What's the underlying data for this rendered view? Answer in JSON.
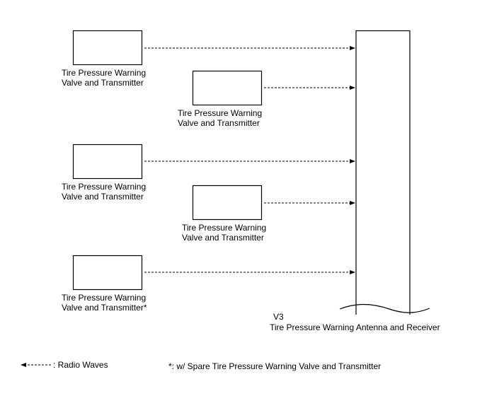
{
  "transmitters": [
    {
      "line1": "Tire Pressure Warning",
      "line2": "Valve and Transmitter"
    },
    {
      "line1": "Tire Pressure Warning",
      "line2": "Valve and Transmitter"
    },
    {
      "line1": "Tire Pressure Warning",
      "line2": "Valve and Transmitter"
    },
    {
      "line1": "Tire Pressure Warning",
      "line2": "Valve and Transmitter"
    },
    {
      "line1": "Tire Pressure Warning",
      "line2": "Valve and Transmitter*"
    }
  ],
  "receiver": {
    "code": "V3",
    "name": "Tire Pressure Warning Antenna and Receiver"
  },
  "legend": {
    "radio_waves": ": Radio Waves"
  },
  "footnote": "*: w/ Spare Tire Pressure Warning Valve and Transmitter"
}
